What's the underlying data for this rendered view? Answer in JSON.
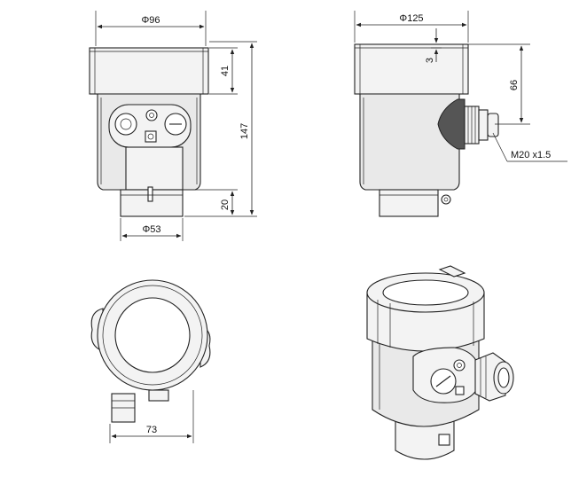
{
  "dimensions": {
    "front_top_diameter": "Φ96",
    "front_cap_height": "41",
    "front_total_height": "147",
    "front_bottom_height": "20",
    "front_bottom_diameter": "Φ53",
    "side_top_diameter": "Φ125",
    "side_wall_thickness": "3",
    "side_gland_height": "66",
    "thread_label": "M20 x1.5",
    "top_view_width": "73"
  },
  "colors": {
    "line": "#222222",
    "body_fill": "#e9e9e9",
    "gland_dark": "#555555"
  }
}
